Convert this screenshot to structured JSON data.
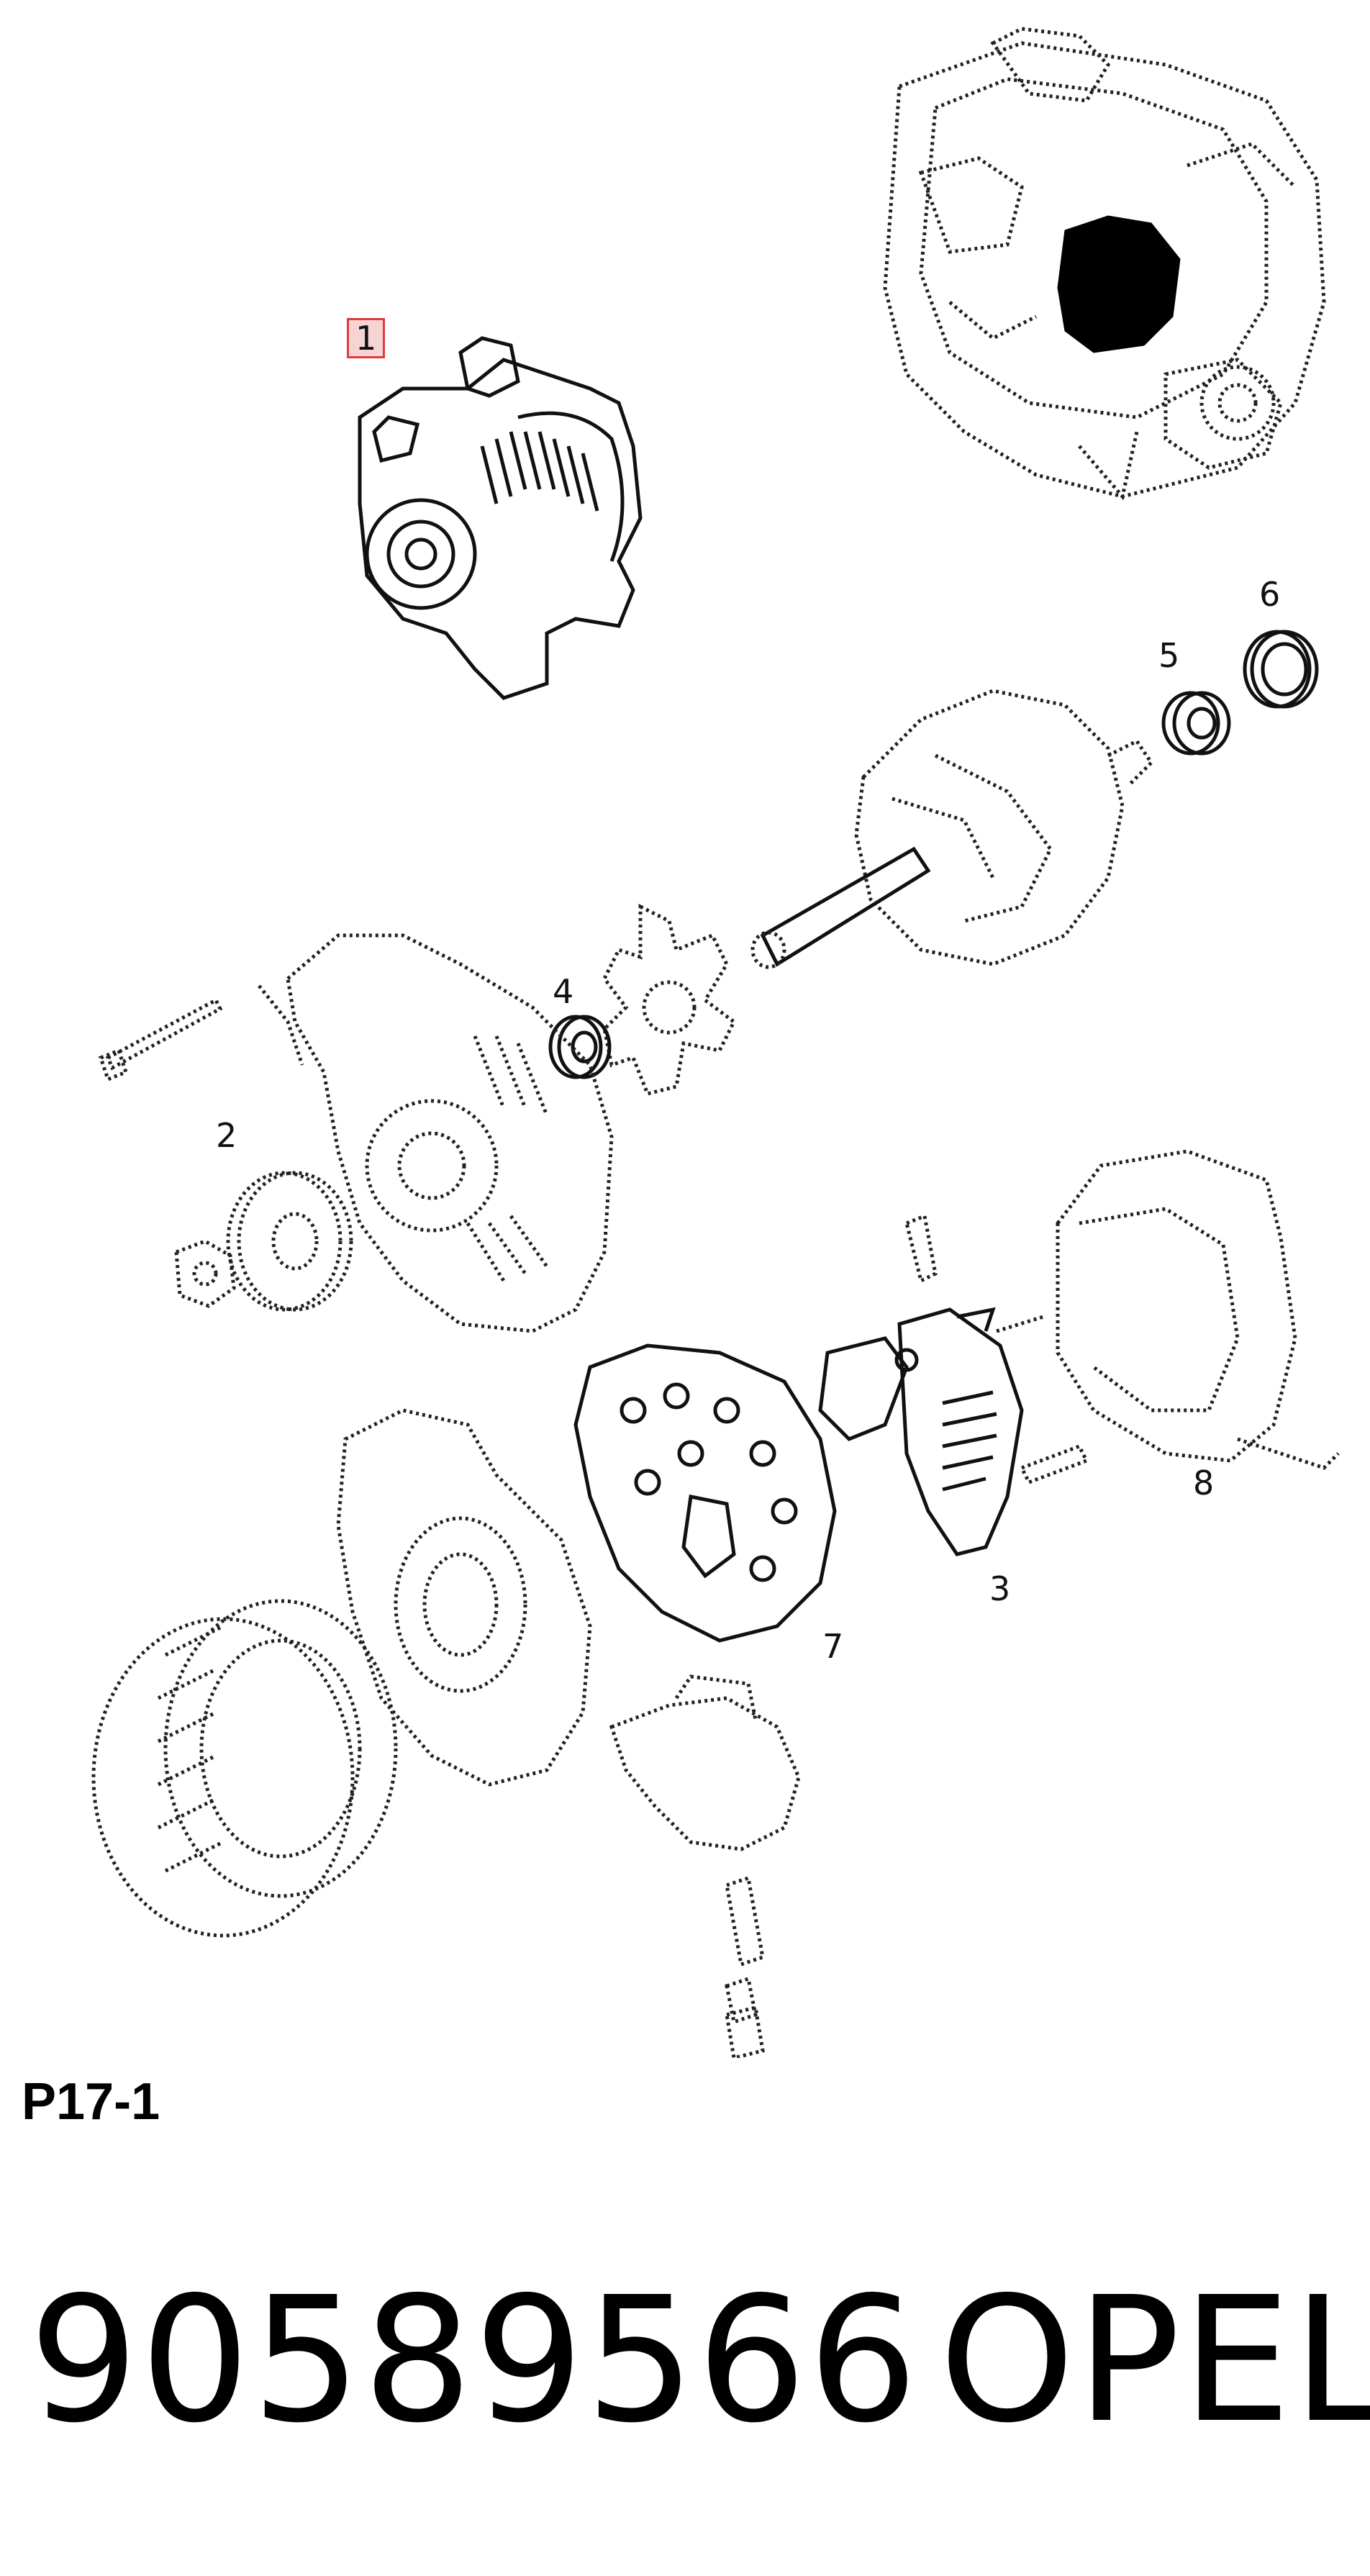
{
  "callouts": {
    "c1": "1",
    "c2": "2",
    "c3": "3",
    "c4": "4",
    "c5": "5",
    "c6": "6",
    "c7": "7",
    "c8": "8"
  },
  "footer": {
    "figure_code": "P17-1",
    "part_number": "90589566",
    "brand": "OPEL"
  },
  "colors": {
    "highlight_border": "#e0393e",
    "highlight_fill": "#f7d4d4",
    "line": "#111111"
  }
}
